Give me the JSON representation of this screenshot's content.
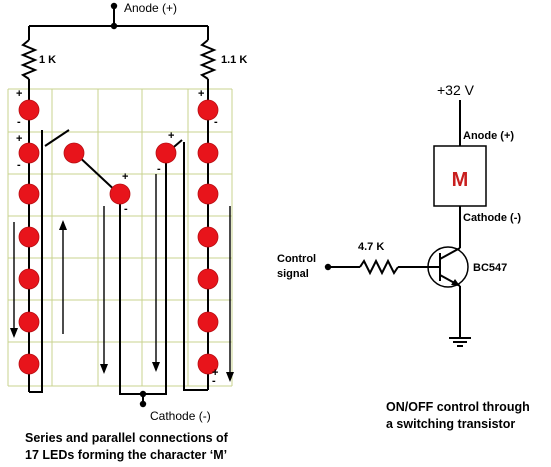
{
  "left_circuit": {
    "anode_label": "Anode (+)",
    "resistor_left_label": "1 K",
    "resistor_right_label": "1.1 K",
    "cathode_label": "Cathode (-)",
    "plus": "+",
    "minus": "-",
    "caption_line1": "Series and parallel connections of",
    "caption_line2": "17 LEDs forming the character ‘M’"
  },
  "right_circuit": {
    "supply_label": "+32 V",
    "anode_label": "Anode (+)",
    "module_letter": "M",
    "cathode_label": "Cathode (-)",
    "control_label_line1": "Control",
    "control_label_line2": "signal",
    "resistor_label": "4.7  K",
    "transistor_label": "BC547",
    "caption_line1": "ON/OFF control through",
    "caption_line2": "a switching transistor"
  },
  "colors": {
    "led": "#e8141b",
    "grid": "#c9d38f",
    "module_letter": "#c81e1e",
    "wire": "#000000"
  }
}
